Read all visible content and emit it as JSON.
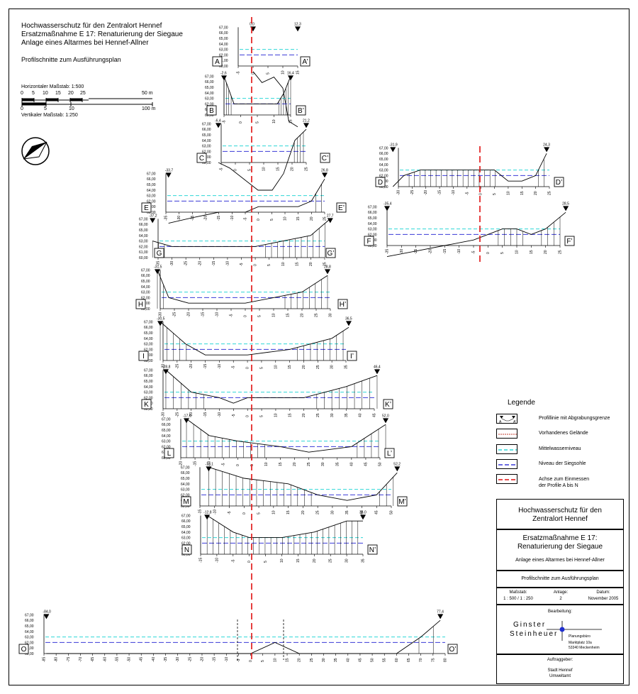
{
  "header": {
    "line1": "Hochwasserschutz für den Zentralort Hennef",
    "line2": "Ersatzmaßnahme E 17: Renaturierung der Siegaue",
    "line3": "Anlage eines Altarmes bei Hennef-Allner",
    "subtitle": "Profilschnitte zum Ausführungsplan"
  },
  "scale": {
    "horizontal": "Horizontaler Maßstab: 1:500",
    "vertical": "Vertikaler Maßstab: 1:250",
    "ticks_top": [
      "0",
      "5",
      "10",
      "15",
      "20",
      "25",
      "50 m"
    ],
    "ticks_bottom": [
      "0",
      "5",
      "10",
      "100 m"
    ]
  },
  "y_labels": [
    "67,00",
    "66,00",
    "65,00",
    "64,00",
    "63,00",
    "62,00",
    "61,00",
    "60,00"
  ],
  "profiles": [
    {
      "id": "A",
      "start": "0,0",
      "end": "12,3"
    },
    {
      "id": "B",
      "start": "-2,6",
      "end": "16,4"
    },
    {
      "id": "C",
      "start": "-6,4",
      "end": "21,2"
    },
    {
      "id": "D",
      "start": "-31,9",
      "end": "24,3"
    },
    {
      "id": "E",
      "start": "-33,7",
      "end": "26,8"
    },
    {
      "id": "F",
      "start": "-35,4",
      "end": "28,5"
    },
    {
      "id": "G",
      "start": "-37,2",
      "end": "27,7"
    },
    {
      "id": "H",
      "start": "-31,5",
      "end": "28,8"
    },
    {
      "id": "I",
      "start": "-30,5",
      "end": "36,5"
    },
    {
      "id": "K",
      "start": "-28,8",
      "end": "46,4"
    },
    {
      "id": "L",
      "start": "-17,6",
      "end": "52,0"
    },
    {
      "id": "M",
      "start": "-12,1",
      "end": "52,2"
    },
    {
      "id": "N",
      "start": "-12,8",
      "end": "35,0"
    },
    {
      "id": "O",
      "start": "-84,0",
      "end": "77,4"
    }
  ],
  "legend": {
    "title": "Legende",
    "items": [
      {
        "label": "Profillinie mit Abgrabungsgrenze",
        "kind": "profile"
      },
      {
        "label": "Vorhandenes Gelände",
        "kind": "terrain",
        "color": "#c0392b"
      },
      {
        "label": "Mittelwasserniveau",
        "kind": "water",
        "color": "#2fd8d8"
      },
      {
        "label": "Niveau der Siegsohle",
        "kind": "sohle",
        "color": "#3a3ad8"
      },
      {
        "label": "Achse zum Einmessen\nder Profile A bis N",
        "kind": "axis",
        "color": "#e01010"
      }
    ]
  },
  "titleblock": {
    "project": "Hochwasserschutz für den Zentralort Hennef",
    "measure": "Ersatzmaßnahme E 17: Renaturierung der Siegaue",
    "plan_desc": "Anlage eines Altarmes bei Hennef-Allner",
    "plan_type": "Profilschnitte zum Ausführungsplan",
    "scale_label": "Maßstab:",
    "scale_value": "1 : 500 / 1 : 250",
    "anlage_label": "Anlage:",
    "anlage_value": "2",
    "date_label": "Datum:",
    "date_value": "November 2005",
    "bearbeitung": "Bearbeitung:",
    "firm1": "Ginster",
    "firm2": "Steinheuer",
    "firm_type": "Planungsbüro",
    "firm_addr1": "Marktplatz 10a",
    "firm_addr2": "53340 Meckenheim",
    "auftraggeber": "Auftraggeber:",
    "client1": "Stadt Hennef",
    "client2": "Umweltamt"
  },
  "colors": {
    "axis": "#e01010",
    "water": "#2fd8d8",
    "sohle": "#3a3ad8"
  }
}
